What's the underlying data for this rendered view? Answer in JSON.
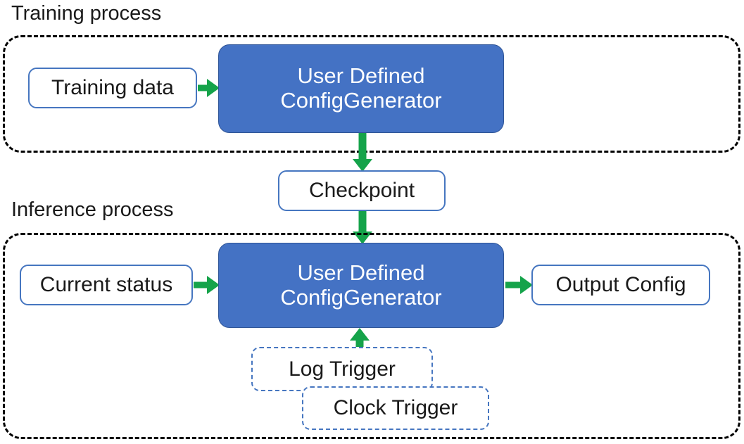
{
  "diagram": {
    "sections": [
      {
        "id": "training",
        "title": "Training process"
      },
      {
        "id": "inference",
        "title": "Inference process"
      }
    ],
    "nodes": {
      "training_data": {
        "label": "Training data",
        "style": "plain"
      },
      "config_generator_training": {
        "line1": "User Defined",
        "line2": "ConfigGenerator",
        "style": "primary"
      },
      "checkpoint": {
        "label": "Checkpoint",
        "style": "plain"
      },
      "current_status": {
        "label": "Current status",
        "style": "plain"
      },
      "config_generator_inference": {
        "line1": "User Defined",
        "line2": "ConfigGenerator",
        "style": "primary"
      },
      "output_config": {
        "label": "Output Config",
        "style": "plain"
      },
      "log_trigger": {
        "label": "Log Trigger",
        "style": "dashed"
      },
      "clock_trigger": {
        "label": "Clock Trigger",
        "style": "dashed"
      }
    },
    "edges": [
      {
        "from": "training_data",
        "to": "config_generator_training",
        "direction": "right"
      },
      {
        "from": "config_generator_training",
        "to": "checkpoint",
        "direction": "down"
      },
      {
        "from": "checkpoint",
        "to": "config_generator_inference",
        "direction": "down"
      },
      {
        "from": "current_status",
        "to": "config_generator_inference",
        "direction": "right"
      },
      {
        "from": "config_generator_inference",
        "to": "output_config",
        "direction": "right"
      },
      {
        "from": "log_trigger",
        "to": "config_generator_inference",
        "direction": "up"
      }
    ],
    "colors": {
      "primary_fill": "#4472C4",
      "primary_stroke": "#2F5597",
      "plain_stroke": "#4676C0",
      "arrow": "#15A34A",
      "container_stroke": "#000000",
      "text_dark": "#1A1A1A",
      "text_light": "#FFFFFF",
      "background": "#FFFFFF"
    }
  }
}
